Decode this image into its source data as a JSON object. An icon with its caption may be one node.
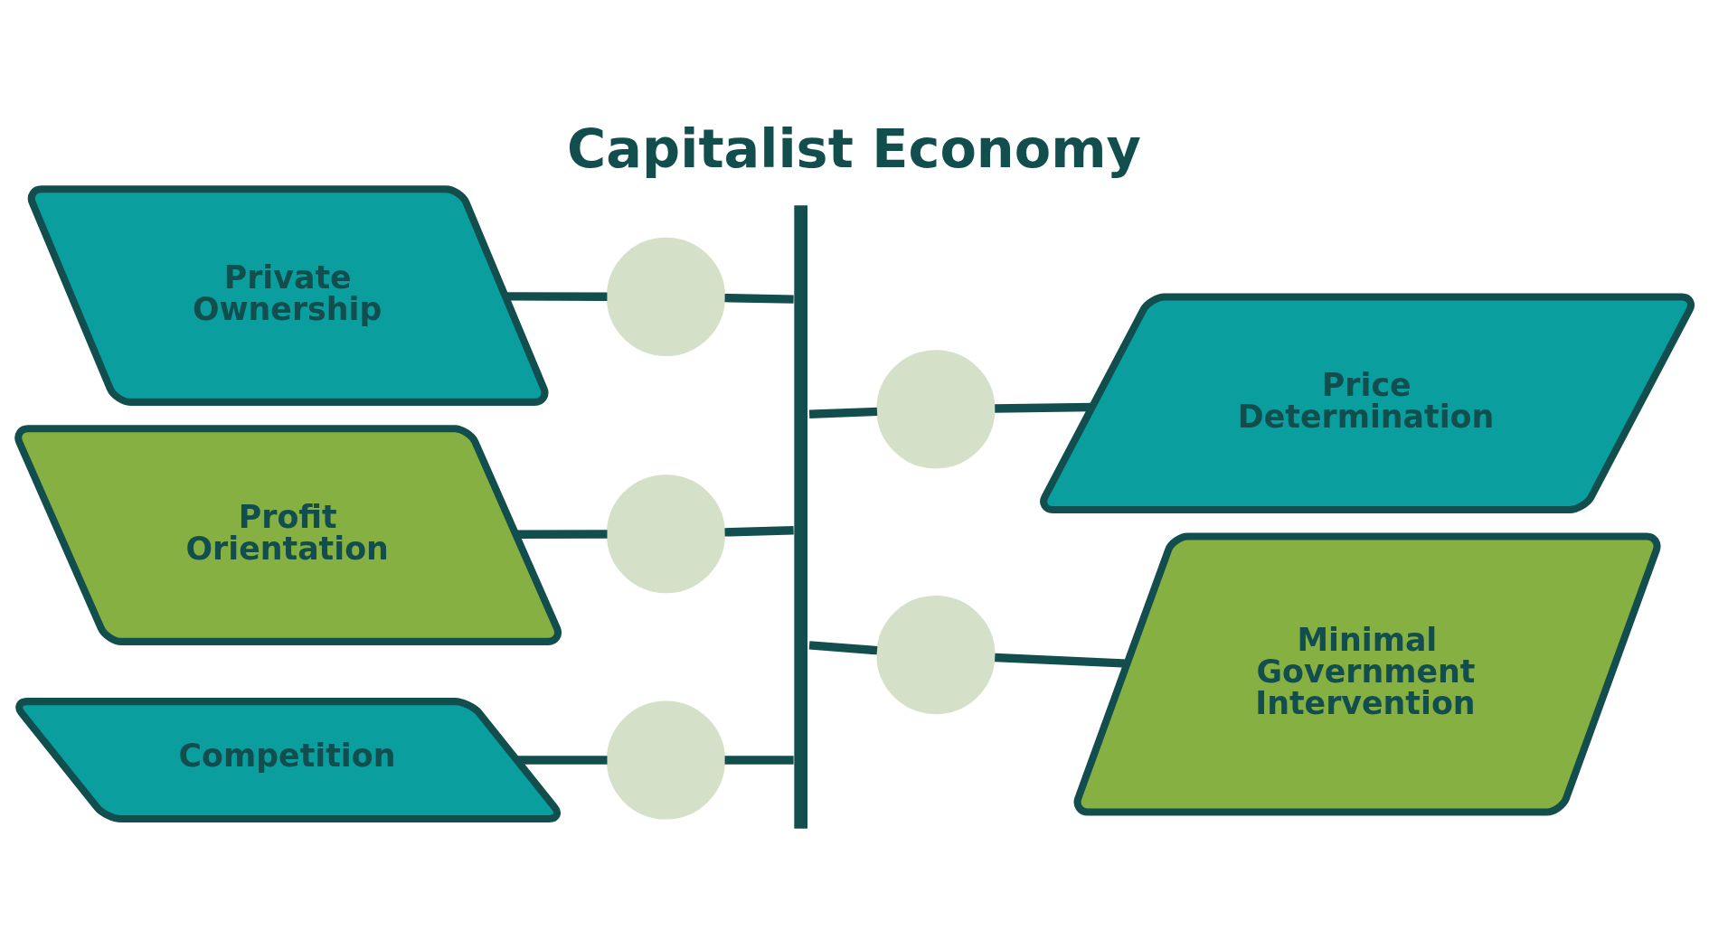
{
  "diagram": {
    "title": "Capitalist Economy",
    "nodes": [
      {
        "text": [
          "Private Ownership"
        ]
      },
      {
        "text": [
          "Price Determination"
        ]
      },
      {
        "text": [
          "Profit Orientation"
        ]
      },
      {
        "text": [
          "Minimal Government Intervention"
        ]
      },
      {
        "text": [
          "Competition"
        ]
      },
      {
        "text": [],
        "shape": "circle"
      },
      {
        "text": [],
        "shape": "circle"
      },
      {
        "text": [],
        "shape": "circle"
      },
      {
        "text": [],
        "shape": "circle"
      },
      {
        "text": [],
        "shape": "circle"
      },
      {
        "text": [],
        "shape": "bar"
      }
    ],
    "edges": [
      {
        "from": 0,
        "to": 5,
        "arrow": "none"
      },
      {
        "from": 5,
        "to": 10,
        "arrow": "none"
      },
      {
        "from": 10,
        "to": 6,
        "arrow": "none"
      },
      {
        "from": 6,
        "to": 1,
        "arrow": "none"
      },
      {
        "from": 2,
        "to": 7,
        "arrow": "none"
      },
      {
        "from": 7,
        "to": 10,
        "arrow": "none"
      },
      {
        "from": 10,
        "to": 8,
        "arrow": "none"
      },
      {
        "from": 8,
        "to": 3,
        "arrow": "none"
      },
      {
        "from": 4,
        "to": 9,
        "arrow": "none"
      },
      {
        "from": 9,
        "to": 10,
        "arrow": "none"
      }
    ]
  }
}
